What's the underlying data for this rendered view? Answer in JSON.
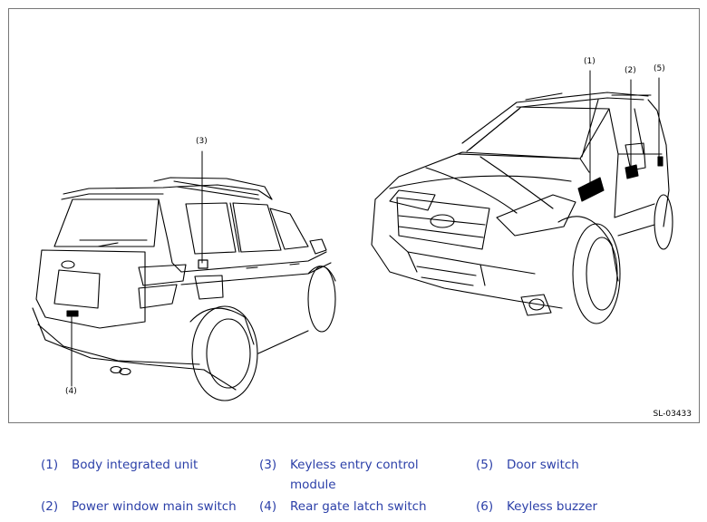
{
  "figure": {
    "code": "SL-03433",
    "callouts": {
      "c1": "(1)",
      "c2": "(2)",
      "c3": "(3)",
      "c4": "(4)",
      "c5": "(5)"
    }
  },
  "legend": [
    {
      "num": "(1)",
      "text": "Body integrated unit"
    },
    {
      "num": "(2)",
      "text": "Power window main switch"
    },
    {
      "num": "(3)",
      "text": "Keyless entry control",
      "text2": "module"
    },
    {
      "num": "(4)",
      "text": "Rear gate latch switch"
    },
    {
      "num": "(5)",
      "text": "Door switch"
    },
    {
      "num": "(6)",
      "text": "Keyless buzzer"
    }
  ],
  "colors": {
    "legend": "#2b3fa8",
    "line": "#000000"
  }
}
